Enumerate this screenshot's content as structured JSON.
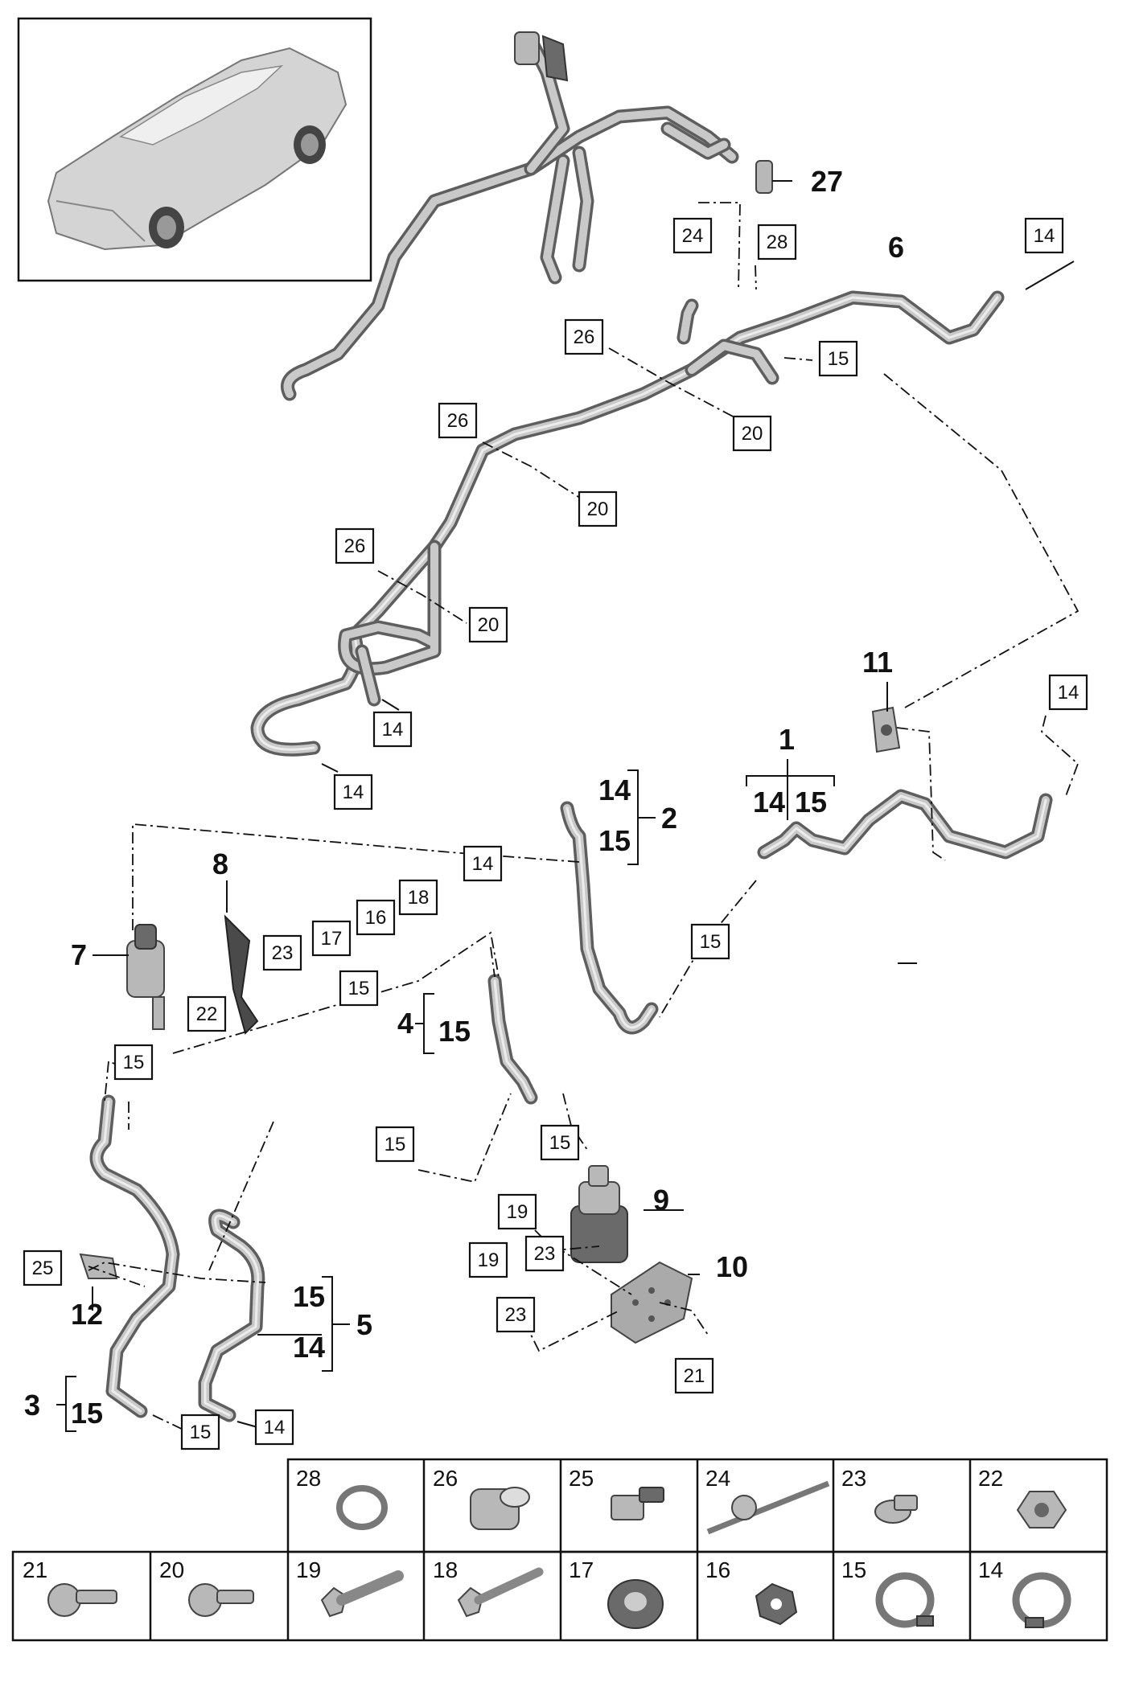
{
  "inset": {
    "name": "car-thumbnail"
  },
  "labels": {
    "l27": "27",
    "l24": "24",
    "l28": "28",
    "l6": "6",
    "l14a": "14",
    "l26a": "26",
    "l15a": "15",
    "l20a": "20",
    "l26b": "26",
    "l20b": "20",
    "l26c": "26",
    "l20c": "20",
    "l14b": "14",
    "l14c": "14",
    "l11": "11",
    "l14d": "14",
    "l1": "1",
    "l1_14": "14",
    "l1_15": "15",
    "l2_14": "14",
    "l2_15": "15",
    "l2": "2",
    "l14e": "14",
    "l8": "8",
    "l18": "18",
    "l16": "16",
    "l17": "17",
    "l23a": "23",
    "l7": "7",
    "l22": "22",
    "l15b": "15",
    "l15c": "15",
    "l4": "4",
    "l4_15": "15",
    "l15d": "15",
    "l15e": "15",
    "l15f": "15",
    "l9": "9",
    "l19a": "19",
    "l23b": "23",
    "l19b": "19",
    "l23c": "23",
    "l10": "10",
    "l25": "25",
    "l12": "12",
    "l21": "21",
    "l5_15": "15",
    "l5_14": "14",
    "l5": "5",
    "l3": "3",
    "l3_15": "15",
    "l15g": "15",
    "l14f": "14"
  },
  "parts_grid": {
    "row1": [
      "28",
      "26",
      "25",
      "24",
      "23",
      "22"
    ],
    "row2": [
      "21",
      "20",
      "19",
      "18",
      "17",
      "16",
      "15",
      "14"
    ]
  }
}
